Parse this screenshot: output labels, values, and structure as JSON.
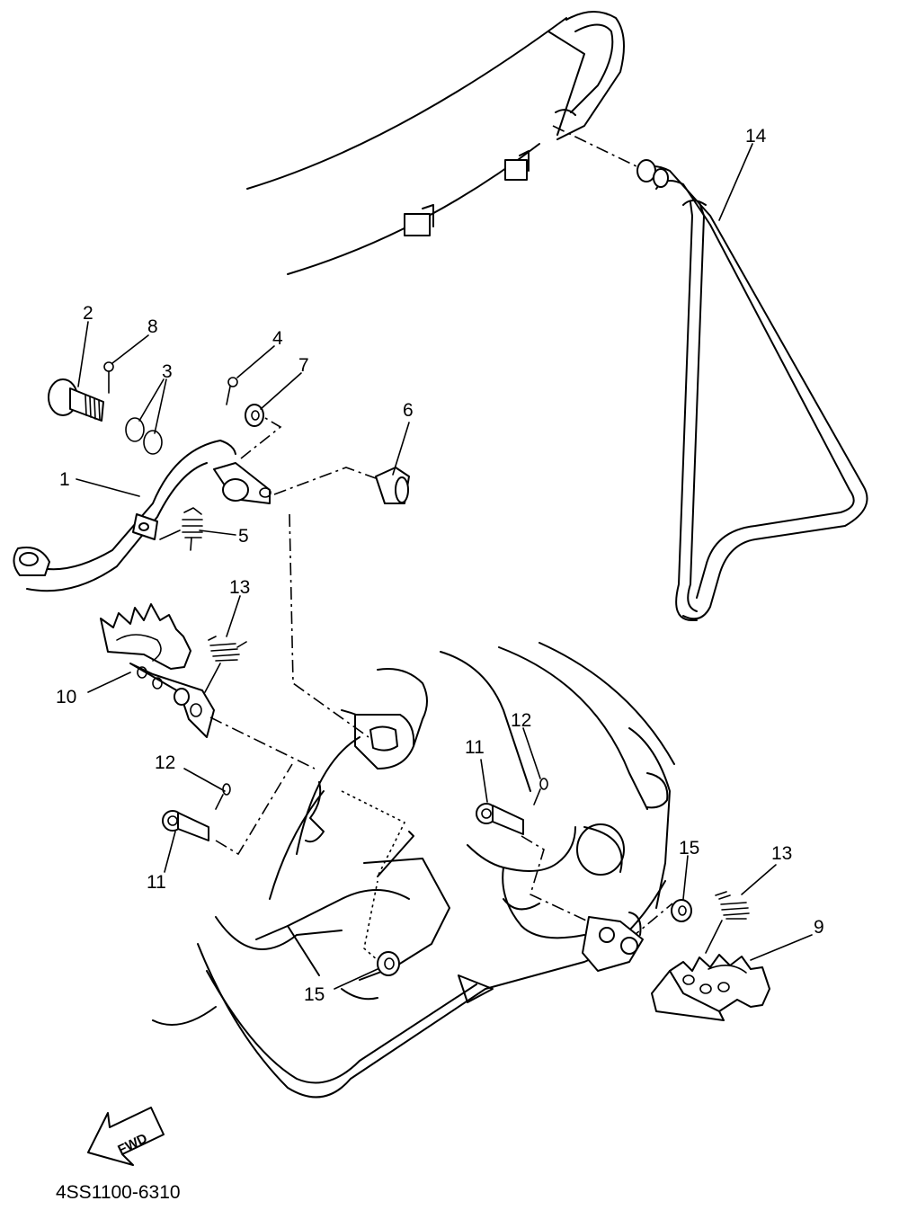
{
  "diagram": {
    "part_code": "4SS1100-6310",
    "direction_label": "FWD",
    "callouts": [
      "1",
      "2",
      "3",
      "4",
      "5",
      "6",
      "7",
      "8",
      "9",
      "10",
      "11",
      "11",
      "12",
      "12",
      "13",
      "13",
      "14",
      "15",
      "15"
    ]
  }
}
